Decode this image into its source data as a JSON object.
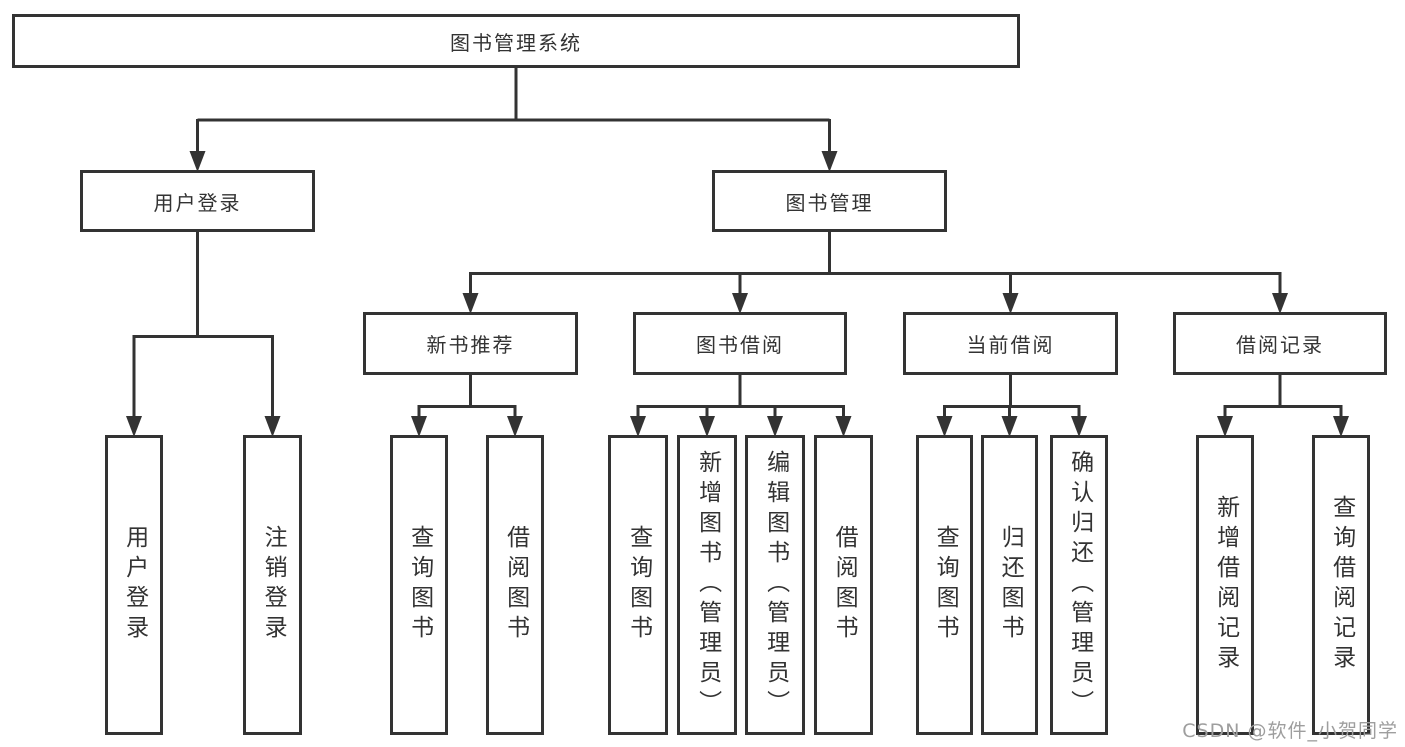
{
  "colors": {
    "line": "#333333",
    "text": "#333333",
    "background": "#ffffff",
    "watermark": "#9e9e9e"
  },
  "watermark": {
    "text": "CSDN @软件_小贺同学"
  },
  "tree": {
    "label": "图书管理系统",
    "children": [
      {
        "label": "用户登录",
        "children": [
          {
            "label": "用户登录"
          },
          {
            "label": "注销登录"
          }
        ]
      },
      {
        "label": "图书管理",
        "children": [
          {
            "label": "新书推荐",
            "children": [
              {
                "label": "查询图书"
              },
              {
                "label": "借阅图书"
              }
            ]
          },
          {
            "label": "图书借阅",
            "children": [
              {
                "label": "查询图书"
              },
              {
                "label": "新增图书（管理员）"
              },
              {
                "label": "编辑图书（管理员）"
              },
              {
                "label": "借阅图书"
              }
            ]
          },
          {
            "label": "当前借阅",
            "children": [
              {
                "label": "查询图书"
              },
              {
                "label": "归还图书"
              },
              {
                "label": "确认归还（管理员）"
              }
            ]
          },
          {
            "label": "借阅记录",
            "children": [
              {
                "label": "新增借阅记录"
              },
              {
                "label": "查询借阅记录"
              }
            ]
          }
        ]
      }
    ]
  }
}
